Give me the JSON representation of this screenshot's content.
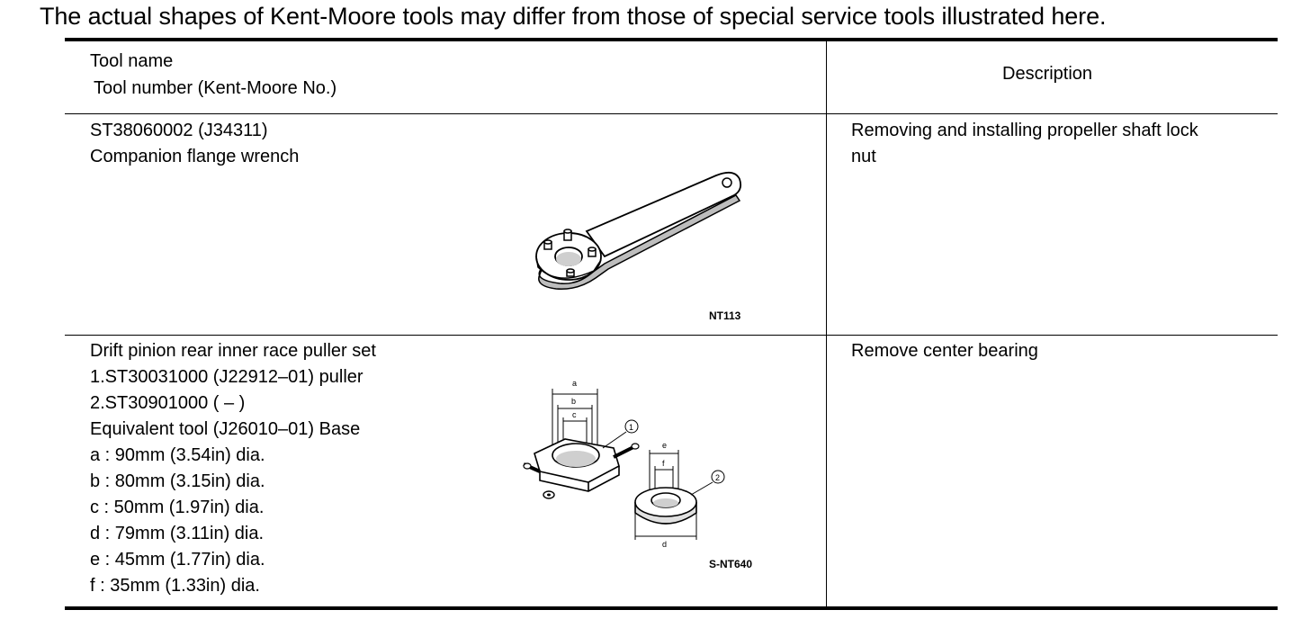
{
  "notice": "The actual shapes of Kent-Moore tools may differ from those of special service tools illustrated here.",
  "header": {
    "tool_name": "Tool name",
    "tool_number": "Tool number (Kent-Moore No.)",
    "description": "Description"
  },
  "rows": [
    {
      "lines": [
        "ST38060002 (J34311)",
        "Companion flange wrench"
      ],
      "description_lines": [
        "Removing and installing propeller shaft lock",
        "nut"
      ],
      "figure_code": "NT113",
      "icon": "companion-flange-wrench-illustration"
    },
    {
      "lines": [
        "Drift pinion rear inner race puller set",
        "1.ST30031000 (J22912–01) puller",
        "2.ST30901000 ( – )",
        "Equivalent tool (J26010–01) Base",
        " a : 90mm (3.54in) dia.",
        " b : 80mm (3.15in) dia.",
        " c : 50mm (1.97in) dia.",
        " d : 79mm (3.11in) dia.",
        " e : 45mm (1.77in) dia.",
        "  f : 35mm (1.33in) dia."
      ],
      "description_lines": [
        "Remove center bearing"
      ],
      "figure_code": "S-NT640",
      "icon": "puller-set-illustration",
      "dimension_labels": [
        "a",
        "b",
        "c",
        "d",
        "e",
        "f"
      ],
      "part_labels": [
        "1",
        "2"
      ]
    }
  ]
}
